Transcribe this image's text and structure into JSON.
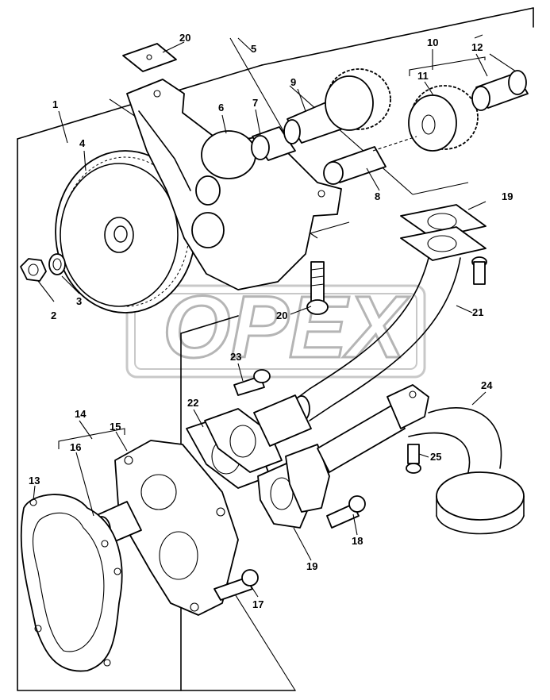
{
  "watermark": "OPEX",
  "callouts": [
    {
      "id": "c1",
      "text": "1"
    },
    {
      "id": "c2",
      "text": "2"
    },
    {
      "id": "c3",
      "text": "3"
    },
    {
      "id": "c4",
      "text": "4"
    },
    {
      "id": "c5",
      "text": "5"
    },
    {
      "id": "c6",
      "text": "6"
    },
    {
      "id": "c7",
      "text": "7"
    },
    {
      "id": "c8",
      "text": "8"
    },
    {
      "id": "c9",
      "text": "9"
    },
    {
      "id": "c10",
      "text": "10"
    },
    {
      "id": "c11",
      "text": "11"
    },
    {
      "id": "c12",
      "text": "12"
    },
    {
      "id": "c13",
      "text": "13"
    },
    {
      "id": "c14",
      "text": "14"
    },
    {
      "id": "c15",
      "text": "15"
    },
    {
      "id": "c16",
      "text": "16"
    },
    {
      "id": "c17",
      "text": "17"
    },
    {
      "id": "c18",
      "text": "18"
    },
    {
      "id": "c19a",
      "text": "19"
    },
    {
      "id": "c19b",
      "text": "19"
    },
    {
      "id": "c20",
      "text": "20"
    },
    {
      "id": "c21",
      "text": "21"
    },
    {
      "id": "c22",
      "text": "22"
    },
    {
      "id": "c23",
      "text": "23"
    },
    {
      "id": "c24",
      "text": "24"
    },
    {
      "id": "c25",
      "text": "25"
    },
    {
      "id": "c26",
      "text": "26"
    }
  ]
}
